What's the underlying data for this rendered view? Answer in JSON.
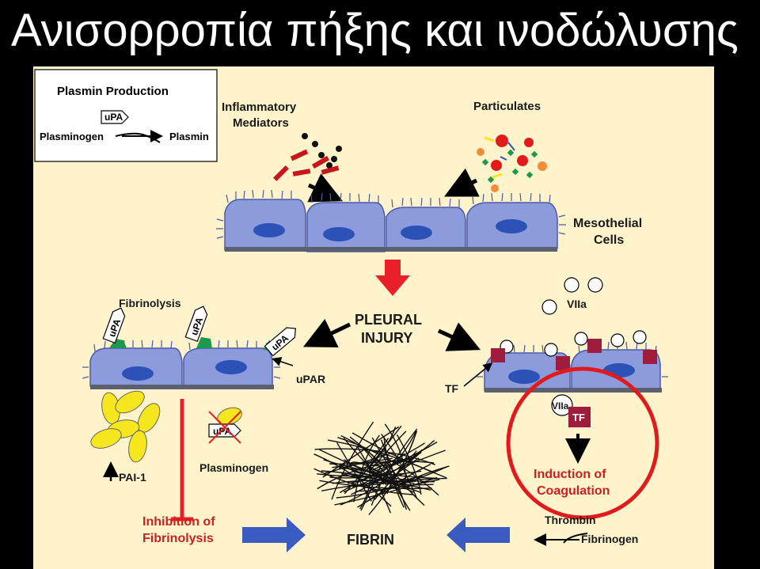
{
  "slide": {
    "title": "Ανισορροπία πήξης και ινοδώλυσης"
  },
  "diagram": {
    "plasmin_box": {
      "heading": "Plasmin Production",
      "enzyme": "uPA",
      "substrate": "Plasminogen",
      "product": "Plasmin"
    },
    "inflammatory_label_line1": "Inflammatory",
    "inflammatory_label_line2": "Mediators",
    "particulates_label": "Particulates",
    "mesothelial_label_line1": "Mesothelial",
    "mesothelial_label_line2": "Cells",
    "pleural_injury_line1": "PLEURAL",
    "pleural_injury_line2": "INJURY",
    "fibrinolysis_label": "Fibrinolysis",
    "upa_tags": [
      "uPA",
      "uPA",
      "uPA"
    ],
    "upar_label": "uPAR",
    "tf_label": "TF",
    "viia_label": "VIIa",
    "viia_complex_label": "VIIa",
    "tf_box_label": "TF",
    "pai1_label": "PAI-1",
    "upa_crossed_label": "uPA",
    "plasminogen_label": "Plasminogen",
    "inhibition_line1": "Inhibition of",
    "inhibition_line2": "Fibrinolysis",
    "fibrin_label": "FIBRIN",
    "coagulation_line1": "Induction of",
    "coagulation_line2": "Coagulation",
    "thrombin_label": "Thrombin",
    "fibrinogen_label": "Fibrinogen",
    "colors": {
      "panel_bg": "#fff3cc",
      "cell_fill": "#8c9bdc",
      "nucleus": "#2c52b8",
      "red_arrow": "#e8202a",
      "blue_arrow": "#3a5cc0",
      "accent_red": "#cc1f1f",
      "tf_square": "#a01c3c",
      "pai1_yellow": "#f5e61e",
      "circle_highlight": "#e11b1b"
    }
  }
}
